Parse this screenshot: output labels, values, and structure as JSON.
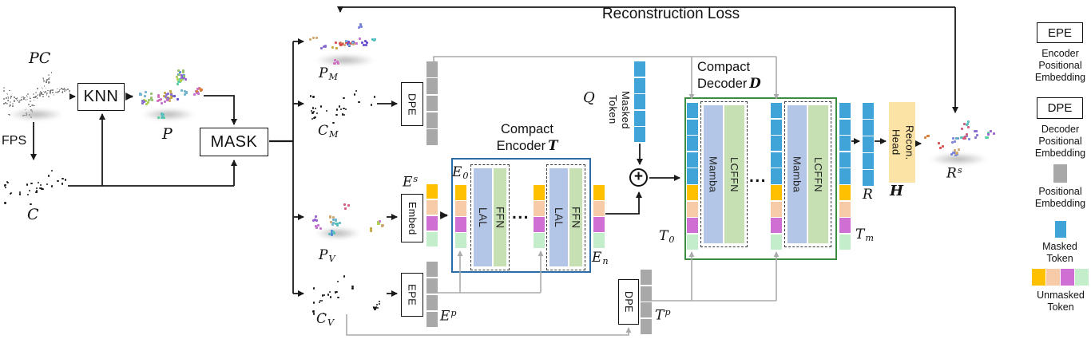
{
  "recon_loss_label": "Reconstruction Loss",
  "labels": {
    "pc": {
      "base": "PC"
    },
    "p": {
      "base": "P"
    },
    "c": {
      "base": "C"
    },
    "pm": {
      "base": "P",
      "sub": "M"
    },
    "cm": {
      "base": "C",
      "sub": "M"
    },
    "pv": {
      "base": "P",
      "sub": "V"
    },
    "cv": {
      "base": "C",
      "sub": "V"
    },
    "es": {
      "base": "E",
      "sup": "s"
    },
    "ep": {
      "base": "E",
      "sup": "p"
    },
    "e0": {
      "base": "E",
      "sub": "0"
    },
    "en": {
      "base": "E",
      "sub": "n"
    },
    "q": {
      "base": "Q"
    },
    "t0": {
      "base": "T",
      "sub": "0"
    },
    "tm": {
      "base": "T",
      "sub": "m"
    },
    "tp": {
      "base": "T",
      "sup": "p"
    },
    "r": {
      "base": "R"
    },
    "h": {
      "base": "H"
    },
    "rs": {
      "base": "R",
      "sup": "s"
    }
  },
  "boxes": {
    "knn": "KNN",
    "mask": "MASK",
    "fps": "FPS",
    "dpe": "DPE",
    "epe": "EPE",
    "embed": "Embed",
    "recon_head": "Recon.\nHead"
  },
  "encoder": {
    "title_line1": "Compact",
    "title_line2": "Encoder",
    "symbol": "T",
    "lal": "LAL",
    "ffn": "FFN",
    "ellipsis": "..."
  },
  "decoder": {
    "title_line1": "Compact",
    "title_line2": "Decoder",
    "symbol": "D",
    "mamba": "Mamba",
    "lcffn": "LCFFN",
    "ellipsis": "..."
  },
  "masked_token_caption": "Masked\nToken",
  "plus_icon": "+",
  "legend": {
    "epe_box": "EPE",
    "epe_caption": "Encoder\nPositional\nEmbedding",
    "dpe_box": "DPE",
    "dpe_caption": "Decoder\nPositional\nEmbedding",
    "pe_caption": "Positional\nEmbedding",
    "masked_caption": "Masked\nToken",
    "unmasked_caption": "Unmasked\nToken",
    "pe_swatch": "gray",
    "masked_swatch": "blue",
    "unmasked_swatches": [
      "orange",
      "peach",
      "magenta",
      "green"
    ]
  },
  "palette": {
    "orange": "#FFC000",
    "peach": "#F7CAA8",
    "magenta": "#CF6FD3",
    "green": "#C3EDCB",
    "blue": "#41A4D8",
    "gray": "#A8A8A8"
  },
  "colors": {
    "encoder_border": "#2A6CA6",
    "decoder_border": "#3D8C44",
    "attn_fill": "#B3C6E7",
    "ffn_fill": "#C6E0B4",
    "recon_head_fill": "#FBE3A5",
    "connector_gray": "#ABABAB"
  },
  "token_patterns": {
    "unmasked4": [
      "orange",
      "peach",
      "magenta",
      "green"
    ],
    "gray5": [
      "gray",
      "gray",
      "gray",
      "gray",
      "gray"
    ],
    "gray4": [
      "gray",
      "gray",
      "gray",
      "gray"
    ],
    "blue5": [
      "blue",
      "blue",
      "blue",
      "blue",
      "blue"
    ],
    "mixed9": [
      "blue",
      "blue",
      "blue",
      "blue",
      "blue",
      "orange",
      "peach",
      "magenta",
      "green"
    ]
  }
}
